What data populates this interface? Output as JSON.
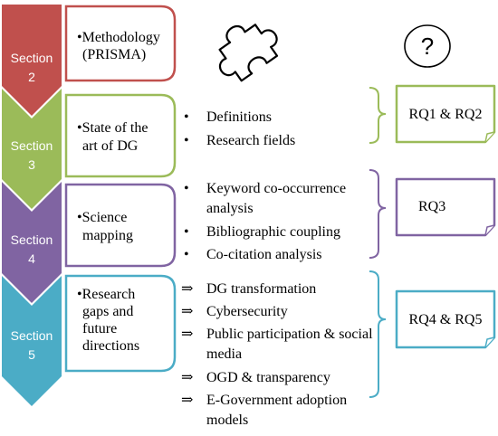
{
  "sections": [
    {
      "label": "Section",
      "number": "2",
      "color": "#c0504d",
      "box_lines": [
        "•Methodology",
        "(PRISMA)"
      ],
      "items": []
    },
    {
      "label": "Section",
      "number": "3",
      "color": "#9bbb59",
      "box_lines": [
        "•State of the",
        "art of DG"
      ],
      "item_marker": "•",
      "items": [
        "Definitions",
        "Research fields"
      ],
      "rq": "RQ1 & RQ2"
    },
    {
      "label": "Section",
      "number": "4",
      "color": "#8064a2",
      "box_lines": [
        "•Science",
        "mapping"
      ],
      "item_marker": "•",
      "items": [
        "Keyword co-occurrence",
        "analysis",
        "Bibliographic coupling",
        "Co-citation analysis"
      ],
      "rq": "RQ3"
    },
    {
      "label": "Section",
      "number": "5",
      "color": "#4bacc6",
      "box_lines": [
        "•Research",
        "gaps and",
        "future",
        "directions"
      ],
      "item_marker": "⇒",
      "items": [
        "DG transformation",
        "Cybersecurity",
        "Public participation & social",
        "media",
        "OGD & transparency",
        "E-Government adoption",
        "models"
      ],
      "rq": "RQ4 & RQ5"
    }
  ],
  "icons": {
    "puzzle": "puzzle-piece-icon",
    "question": "question-mark-icon",
    "question_glyph": "?"
  }
}
